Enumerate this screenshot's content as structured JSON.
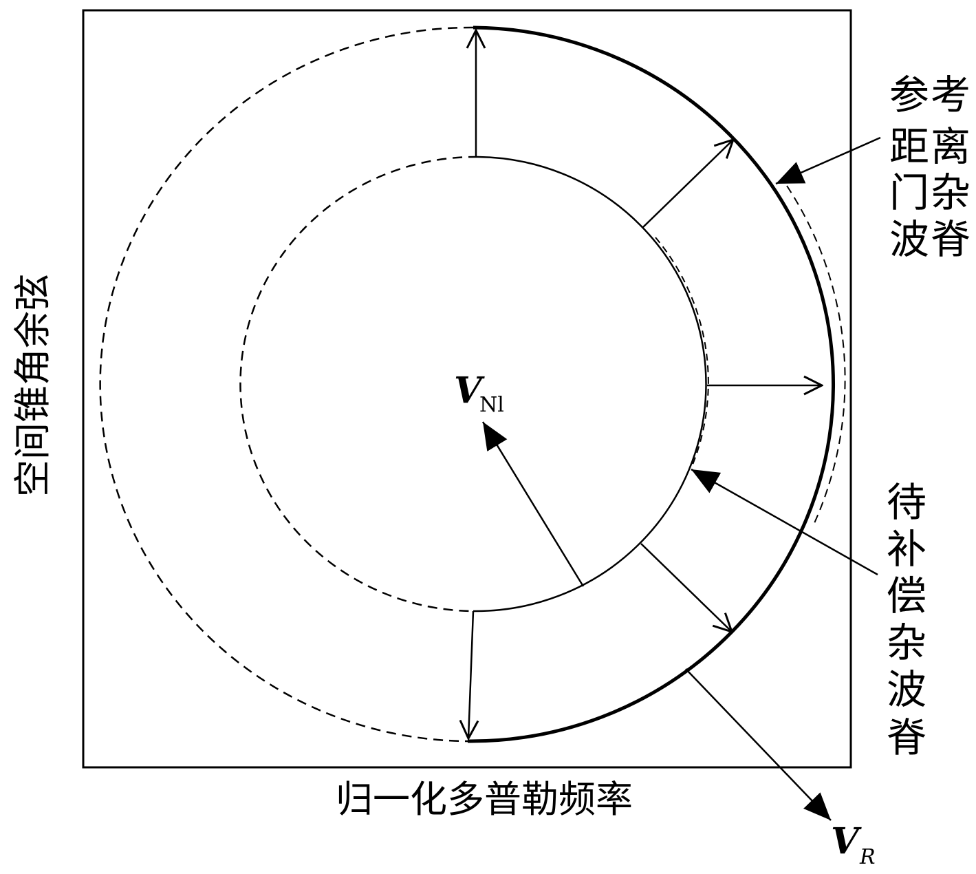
{
  "labels": {
    "ref_ridge_col1": [
      "参",
      "距",
      "门",
      "波"
    ],
    "ref_ridge_col2": [
      "考",
      "离",
      "杂",
      "脊"
    ],
    "comp_ridge": [
      "待",
      "补",
      "偿",
      "杂",
      "波",
      "脊"
    ],
    "y_axis": "空间锥角余弦",
    "x_axis": "归一化多普勒频率"
  },
  "vectors": {
    "vn_main": "V",
    "vn_sub": "Nl",
    "vr_main": "V",
    "vr_sub": "R"
  }
}
